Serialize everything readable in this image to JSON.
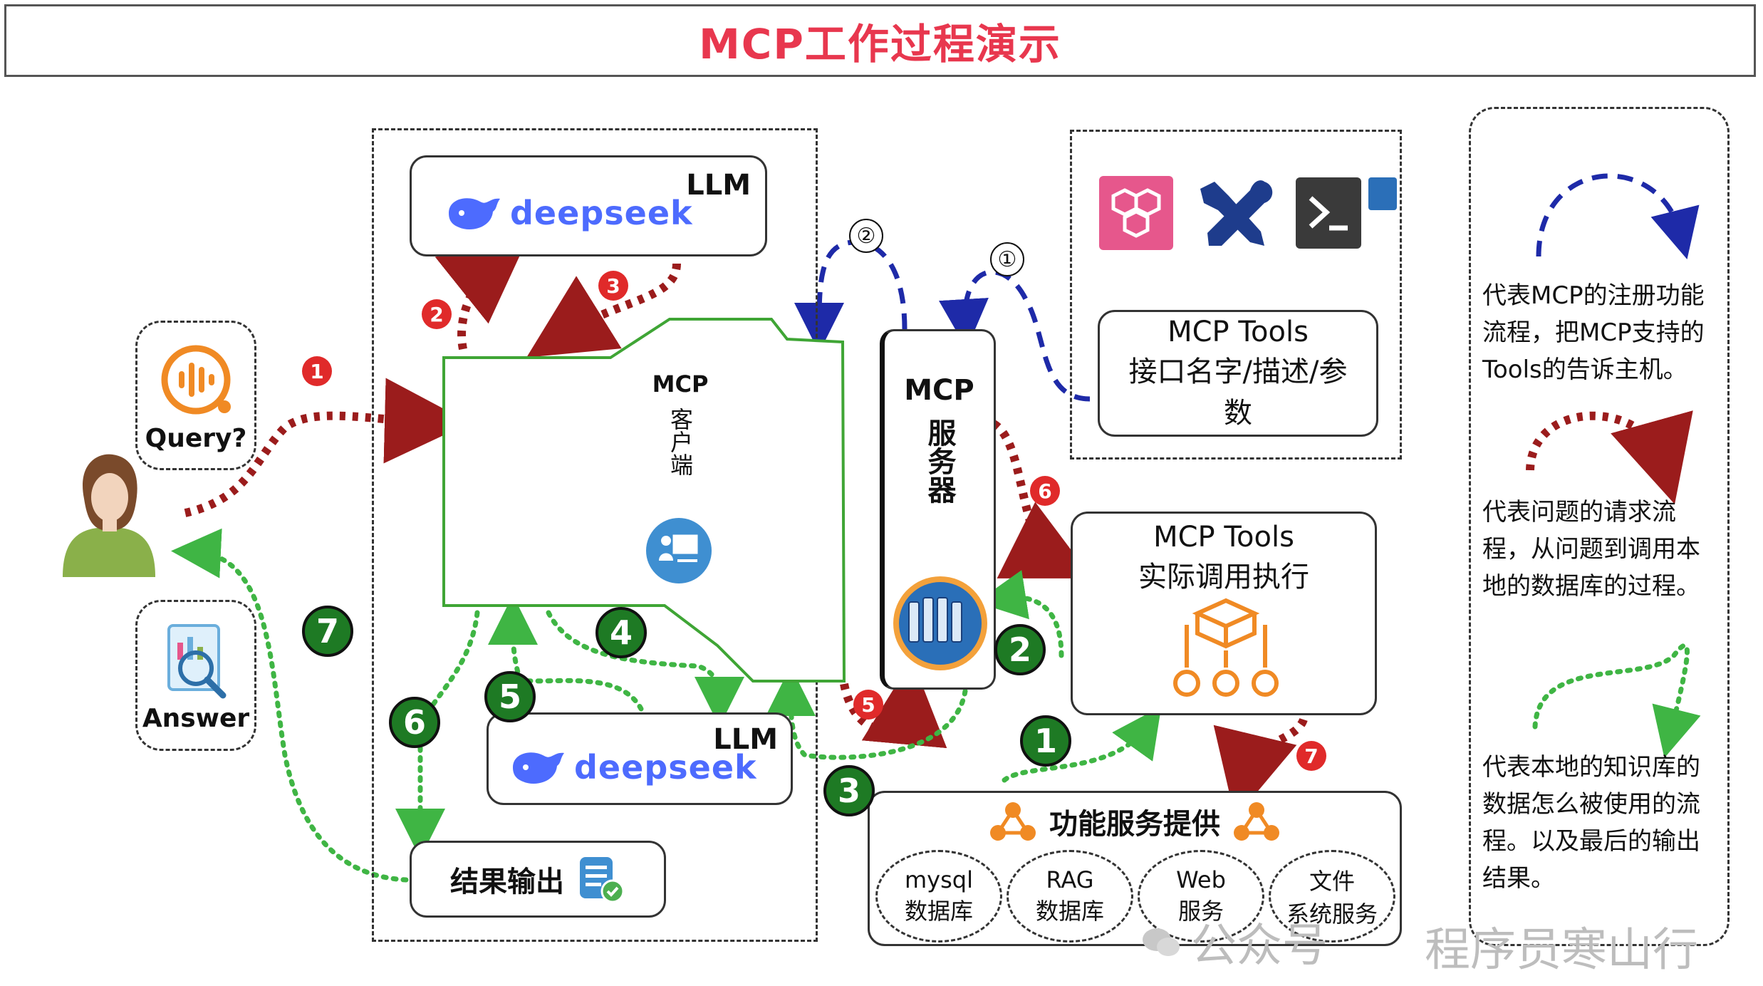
{
  "title": "MCP工作过程演示",
  "client": {
    "label_1": "MCP",
    "label_2": "客户端"
  },
  "llm_top": {
    "label": "LLM",
    "brand": "deepseek"
  },
  "llm_bottom": {
    "label": "LLM",
    "brand": "deepseek"
  },
  "server": {
    "label_1": "MCP",
    "label_2": "服务器"
  },
  "tools_register": {
    "title": "MCP Tools",
    "desc_1": "接口名字/描述/参",
    "desc_2": "数"
  },
  "tools_exec": {
    "title": "MCP Tools",
    "desc": "实际调用执行"
  },
  "services": {
    "title": "功能服务提供",
    "items": [
      {
        "line1": "mysql",
        "line2": "数据库"
      },
      {
        "line1": "RAG",
        "line2": "数据库"
      },
      {
        "line1": "Web",
        "line2": "服务"
      },
      {
        "line1": "文件",
        "line2": "系统服务"
      }
    ]
  },
  "query_label": "Query?",
  "answer_label": "Answer",
  "result_label": "结果输出",
  "legend": {
    "blue": [
      "代表MCP的注册功能",
      "流程，把MCP支持的",
      "Tools的告诉主机。"
    ],
    "red": [
      "代表问题的请求流",
      "程，从问题到调用本",
      "地的数据库的过程。"
    ],
    "green": [
      "代表本地的知识库的",
      "数据怎么被使用的流",
      "程。以及最后的输出",
      "结果。"
    ]
  },
  "watermark": {
    "left": "公众号",
    "right": "程序员寒山行"
  },
  "badges": {
    "blue": [
      "①",
      "②"
    ],
    "red": [
      "1",
      "2",
      "3",
      "5",
      "6",
      "7"
    ],
    "green": [
      "1",
      "2",
      "3",
      "4",
      "5",
      "6",
      "7"
    ]
  },
  "colors": {
    "title": "#e8374e",
    "blue_flow": "#1e2aa8",
    "red_flow": "#9b1c1c",
    "green_flow": "#3fb544",
    "client_border": "#3fa535"
  }
}
